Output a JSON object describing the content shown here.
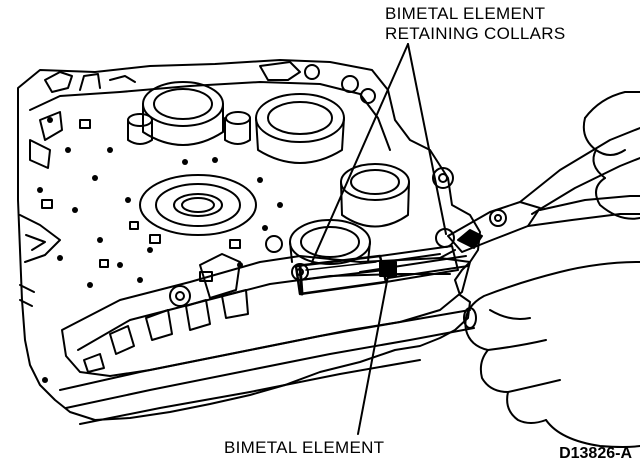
{
  "callouts": {
    "retaining_collars_line1": "BIMETAL ELEMENT",
    "retaining_collars_line2": "RETAINING COLLARS",
    "element": "BIMETAL ELEMENT"
  },
  "figure_id": "D13826-A",
  "colors": {
    "ink": "#000000",
    "paper": "#ffffff"
  }
}
